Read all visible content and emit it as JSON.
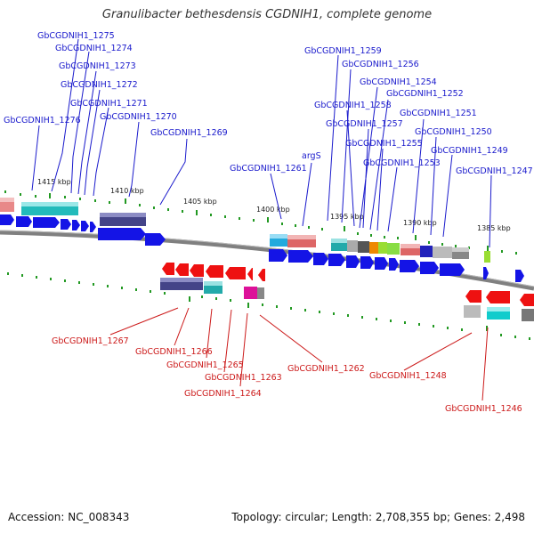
{
  "title": "Granulibacter bethesdensis CGDNIH1, complete genome",
  "footer": {
    "accession": "Accession: NC_008343",
    "stats": "Topology: circular; Length: 2,708,355 bp; Genes: 2,498"
  },
  "colors": {
    "forward_label": "#1a1acc",
    "reverse_label": "#cc1a1a",
    "forward_arrow": "#1414e6",
    "reverse_arrow": "#ee1111",
    "tick": "#229922",
    "backbone": "#808080"
  },
  "ticks": [
    "1415 kbp",
    "1410 kbp",
    "1405 kbp",
    "1400 kbp",
    "1395 kbp",
    "1390 kbp",
    "1385 kbp"
  ],
  "forward_genes": [
    "GbCGDNIH1_1275",
    "GbCGDNIH1_1274",
    "GbCGDNIH1_1273",
    "GbCGDNIH1_1272",
    "GbCGDNIH1_1271",
    "GbCGDNIH1_1276",
    "GbCGDNIH1_1270",
    "GbCGDNIH1_1269",
    "GbCGDNIH1_1259",
    "GbCGDNIH1_1256",
    "GbCGDNIH1_1254",
    "GbCGDNIH1_1252",
    "GbCGDNIH1_1258",
    "GbCGDNIH1_1251",
    "GbCGDNIH1_1257",
    "GbCGDNIH1_1250",
    "GbCGDNIH1_1255",
    "GbCGDNIH1_1249",
    "argS",
    "GbCGDNIH1_1253",
    "GbCGDNIH1_1261",
    "GbCGDNIH1_1247"
  ],
  "reverse_genes": [
    "GbCGDNIH1_1267",
    "GbCGDNIH1_1266",
    "GbCGDNIH1_1265",
    "GbCGDNIH1_1263",
    "GbCGDNIH1_1264",
    "GbCGDNIH1_1262",
    "GbCGDNIH1_1248",
    "GbCGDNIH1_1246"
  ]
}
